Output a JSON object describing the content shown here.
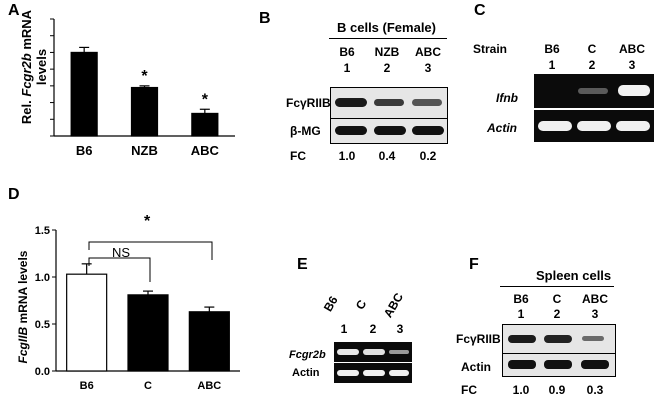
{
  "panels": {
    "A": {
      "letter": "A",
      "ylabel_pre": "Rel. ",
      "ylabel_gene": "Fcgr2b",
      "ylabel_post": " mRNA",
      "ylabel_line2": "levels"
    },
    "B": {
      "letter": "B",
      "title": "B cells (Female)",
      "lanes": [
        "B6",
        "NZB",
        "ABC"
      ],
      "lane_numbers": [
        "1",
        "2",
        "3"
      ],
      "bands": [
        "FcγRIIB",
        "β-MG"
      ],
      "fc_label": "FC",
      "fc_values": [
        "1.0",
        "0.4",
        "0.2"
      ]
    },
    "C": {
      "letter": "C",
      "strain_label": "Strain",
      "lanes": [
        "B6",
        "C",
        "ABC"
      ],
      "lane_numbers": [
        "1",
        "2",
        "3"
      ],
      "bands": [
        "Ifnb",
        "Actin"
      ]
    },
    "D": {
      "letter": "D",
      "ylabel_gene": "FcgIIB",
      "ylabel_post": " mRNA levels",
      "ns_label": "NS",
      "sig_label": "*"
    },
    "E": {
      "letter": "E",
      "lanes": [
        "B6",
        "C",
        "ABC"
      ],
      "lane_numbers": [
        "1",
        "2",
        "3"
      ],
      "bands": [
        "Fcgr2b",
        "Actin"
      ]
    },
    "F": {
      "letter": "F",
      "title": "Spleen cells",
      "lanes": [
        "B6",
        "C",
        "ABC"
      ],
      "lane_numbers": [
        "1",
        "2",
        "3"
      ],
      "bands": [
        "FcγRIIB",
        "Actin"
      ],
      "fc_label": "FC",
      "fc_values": [
        "1.0",
        "0.9",
        "0.3"
      ]
    }
  },
  "chart_data": [
    {
      "type": "bar",
      "panel": "A",
      "categories": [
        "B6",
        "NZB",
        "ABC"
      ],
      "values": [
        1.0,
        0.58,
        0.27
      ],
      "errors": [
        0.06,
        0.02,
        0.05
      ],
      "significance": [
        "",
        "*",
        "*"
      ],
      "ylim": [
        0,
        1.4
      ],
      "yticks": [
        0.0,
        0.2,
        0.4,
        0.6,
        0.8,
        1.0,
        1.2,
        1.4
      ],
      "bar_colors": [
        "#000000",
        "#000000",
        "#000000"
      ]
    },
    {
      "type": "bar",
      "panel": "D",
      "categories": [
        "B6",
        "C",
        "ABC"
      ],
      "values": [
        1.03,
        0.81,
        0.63
      ],
      "errors": [
        0.11,
        0.04,
        0.05
      ],
      "ylim": [
        0.0,
        1.5
      ],
      "yticks": [
        0.0,
        0.5,
        1.0,
        1.5
      ],
      "ytick_labels": [
        "0.0",
        "0.5",
        "1.0",
        "1.5"
      ],
      "bar_colors": [
        "#ffffff",
        "#000000",
        "#000000"
      ]
    }
  ]
}
